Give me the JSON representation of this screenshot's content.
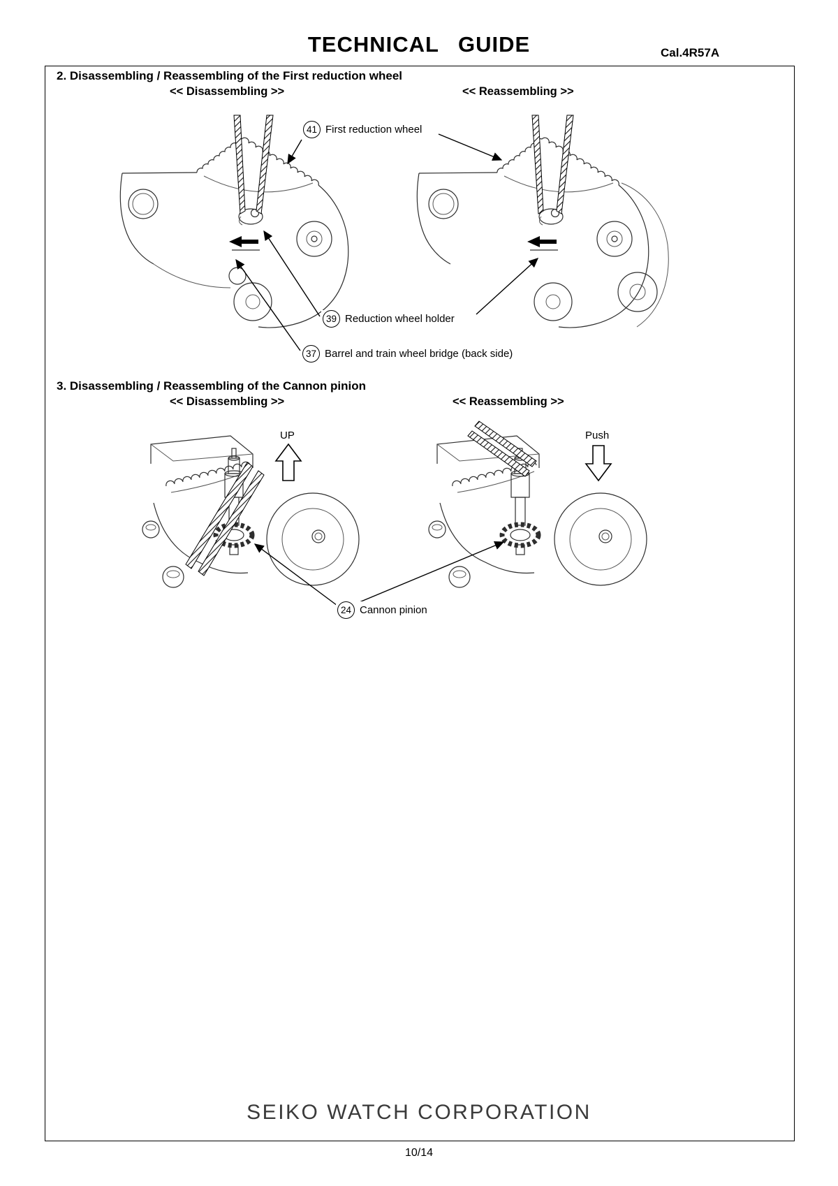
{
  "page": {
    "title": "TECHNICAL GUIDE",
    "caliber": "Cal.4R57A",
    "footer_brand": "SEIKO WATCH CORPORATION",
    "page_number": "10/14"
  },
  "section2": {
    "heading": "2. Disassembling / Reassembling of the First reduction wheel",
    "disassembling_label": "<< Disassembling >>",
    "reassembling_label": "<< Reassembling >>",
    "callouts": [
      {
        "number": "41",
        "label": "First reduction wheel"
      },
      {
        "number": "39",
        "label": "Reduction wheel holder"
      },
      {
        "number": "37",
        "label": "Barrel and train wheel bridge (back side)"
      }
    ]
  },
  "section3": {
    "heading": "3. Disassembling / Reassembling of the Cannon pinion",
    "disassembling_label": "<< Disassembling >>",
    "reassembling_label": "<< Reassembling >>",
    "up_label": "UP",
    "push_label": "Push",
    "callouts": [
      {
        "number": "24",
        "label": "Cannon pinion"
      }
    ]
  }
}
